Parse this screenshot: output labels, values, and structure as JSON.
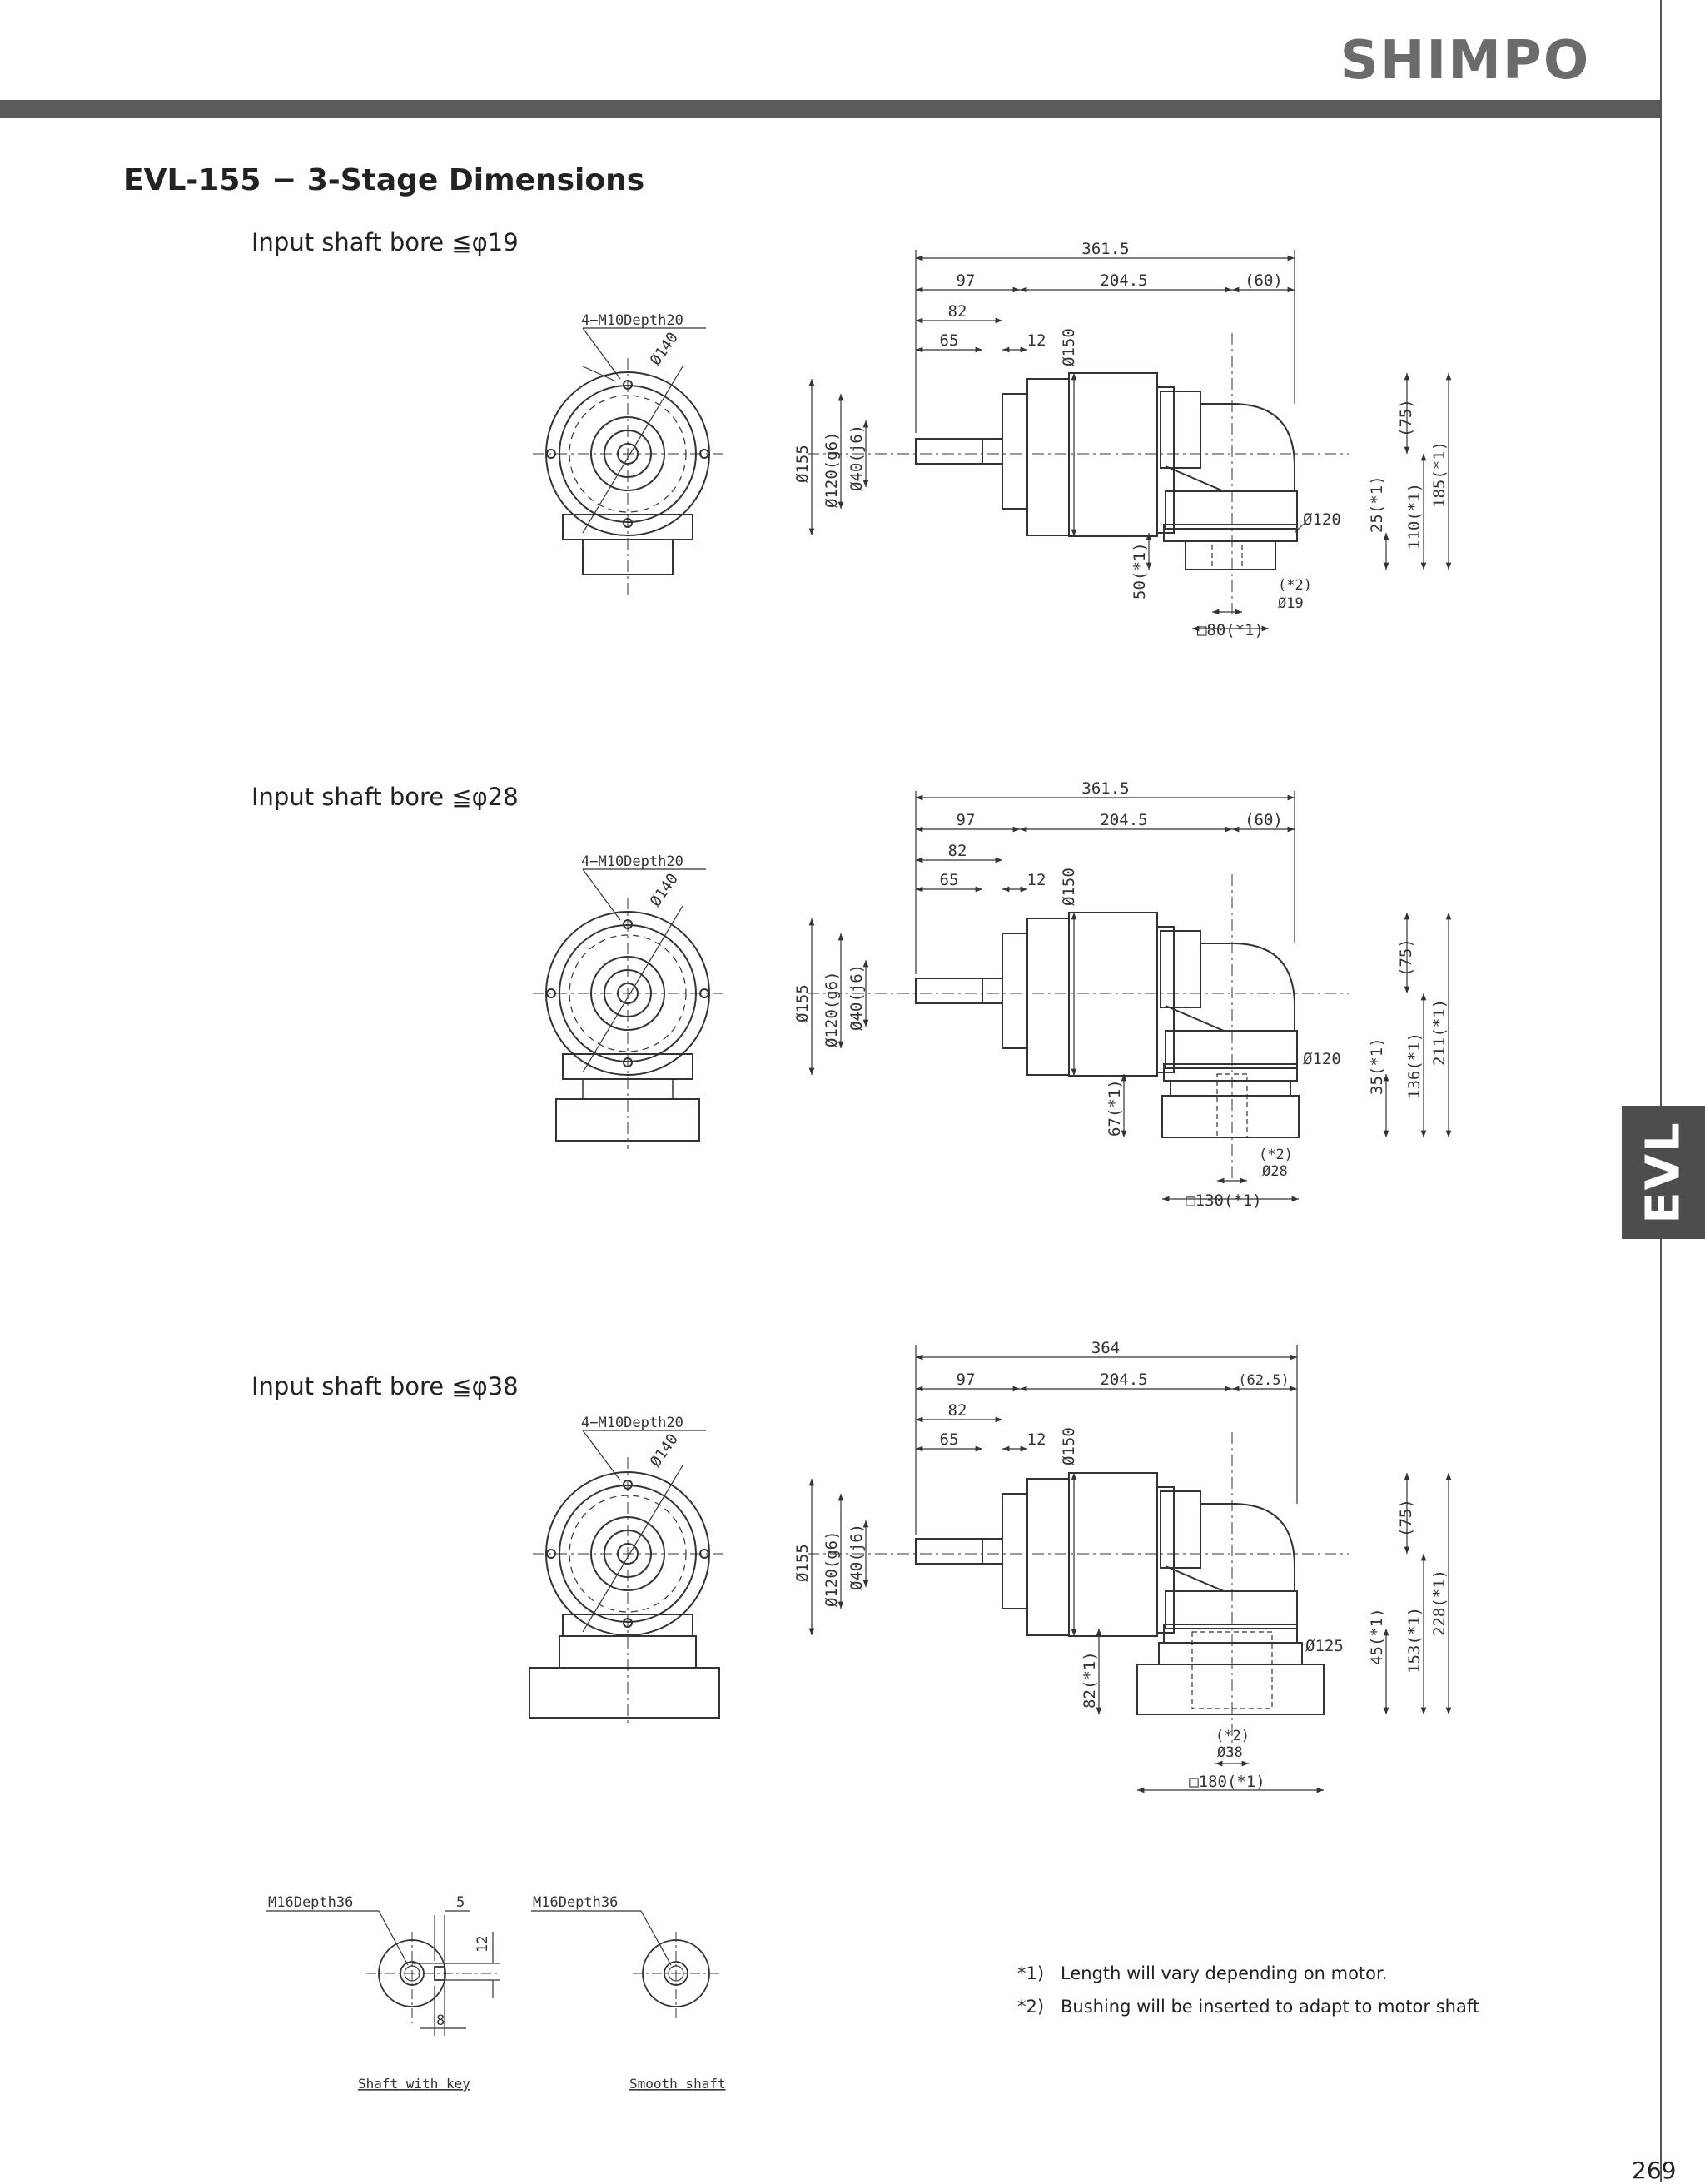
{
  "brand": "SHIMPO",
  "title": "EVL-155 − 3-Stage Dimensions",
  "side_tab": "EVL",
  "page_number": "269",
  "views": [
    {
      "caption": "Input shaft bore   ≦φ19",
      "front": {
        "tap": "4−M10Depth20",
        "pcd": "Ø140"
      },
      "side": {
        "overall": "361.5",
        "seg_a": "97",
        "seg_b": "204.5",
        "seg_c": "(60)",
        "d82": "82",
        "d65": "65",
        "d12": "12",
        "d150": "Ø150",
        "d155": "Ø155",
        "d120g6": "Ø120(g6)",
        "d40j6": "Ø40(j6)",
        "h75": "(75)",
        "h_total": "185(*1)",
        "h_mid": "110(*1)",
        "h_small": "25(*1)",
        "flange": "Ø120",
        "adapter": "50(*1)",
        "bush_note": "(*2)",
        "bore": "Ø19",
        "square": "□80(*1)"
      }
    },
    {
      "caption": "Input shaft bore   ≦φ28",
      "front": {
        "tap": "4−M10Depth20",
        "pcd": "Ø140"
      },
      "side": {
        "overall": "361.5",
        "seg_a": "97",
        "seg_b": "204.5",
        "seg_c": "(60)",
        "d82": "82",
        "d65": "65",
        "d12": "12",
        "d150": "Ø150",
        "d155": "Ø155",
        "d120g6": "Ø120(g6)",
        "d40j6": "Ø40(j6)",
        "h75": "(75)",
        "h_total": "211(*1)",
        "h_mid": "136(*1)",
        "h_small": "35(*1)",
        "flange": "Ø120",
        "adapter": "67(*1)",
        "bush_note": "(*2)",
        "bore": "Ø28",
        "square": "□130(*1)"
      }
    },
    {
      "caption": "Input shaft bore   ≦φ38",
      "front": {
        "tap": "4−M10Depth20",
        "pcd": "Ø140"
      },
      "side": {
        "overall": "364",
        "seg_a": "97",
        "seg_b": "204.5",
        "seg_c": "(62.5)",
        "d82": "82",
        "d65": "65",
        "d12": "12",
        "d150": "Ø150",
        "d155": "Ø155",
        "d120g6": "Ø120(g6)",
        "d40j6": "Ø40(j6)",
        "h75": "(75)",
        "h_total": "228(*1)",
        "h_mid": "153(*1)",
        "h_small": "45(*1)",
        "flange": "Ø125",
        "adapter": "82(*1)",
        "bush_note": "(*2)",
        "bore": "Ø38",
        "square": "□180(*1)"
      }
    }
  ],
  "shaft_details": {
    "keyed": {
      "tap": "M16Depth36",
      "d5": "5",
      "d12": "12",
      "d8": "8",
      "label": "Shaft with key"
    },
    "smooth": {
      "tap": "M16Depth36",
      "label": "Smooth shaft"
    }
  },
  "footnotes": [
    {
      "key": "*1)",
      "text": "Length will vary depending on motor."
    },
    {
      "key": "*2)",
      "text": "Bushing will be inserted to adapt to motor shaft"
    }
  ]
}
